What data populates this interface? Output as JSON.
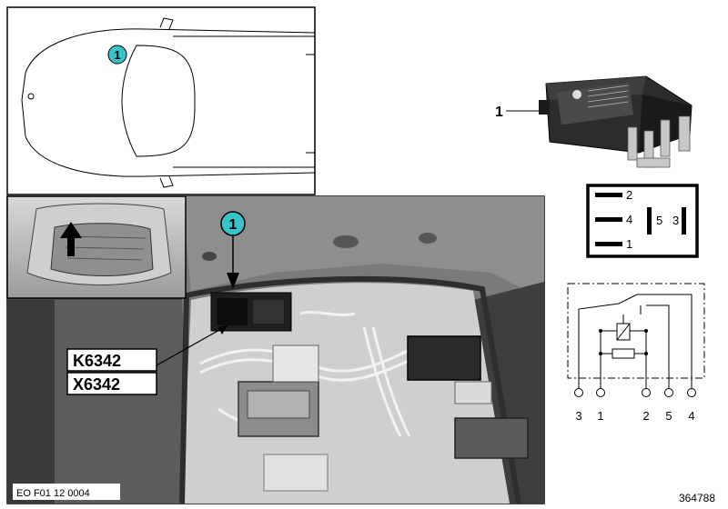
{
  "callouts": {
    "car_marker": "1",
    "photo_marker": "1",
    "part_item": "1"
  },
  "labels": {
    "connector_primary": "K6342",
    "connector_secondary": "X6342",
    "photo_reference": "EO F01 12 0004",
    "drawing_number": "364788"
  },
  "relay_pinout": {
    "pins": [
      "2",
      "4",
      "1",
      "5",
      "3"
    ]
  },
  "circuit": {
    "terminals": [
      "3",
      "1",
      "2",
      "5",
      "4"
    ]
  },
  "colors": {
    "callout_fill": "#37c3c8",
    "line": "#000000",
    "photo_dark": "#3c3c3c",
    "photo_mid": "#9a9a9a"
  }
}
